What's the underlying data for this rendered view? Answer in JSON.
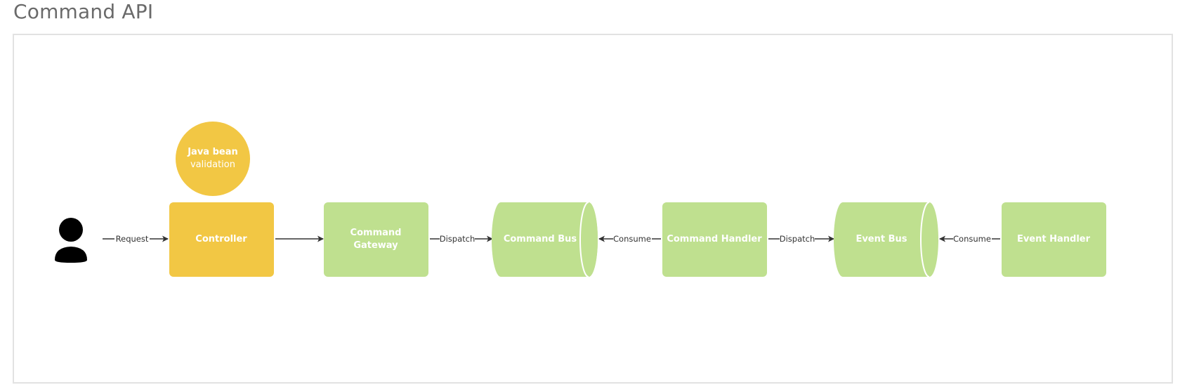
{
  "page": {
    "title": "Command API"
  },
  "colors": {
    "yellow": "#f2c744",
    "green": "#bfe08f",
    "edge": "#333333",
    "frame_border": "#e2e2e2",
    "title": "#6a6a6a"
  },
  "nodes": {
    "user": {
      "icon": "user-icon"
    },
    "validation": {
      "line1": "Java bean",
      "line2": "validation"
    },
    "controller": {
      "label": "Controller"
    },
    "gateway": {
      "line1": "Command",
      "line2": "Gateway"
    },
    "command_bus": {
      "label": "Command Bus"
    },
    "command_handler": {
      "label": "Command Handler"
    },
    "event_bus": {
      "label": "Event Bus"
    },
    "event_handler": {
      "label": "Event Handler"
    }
  },
  "edges": {
    "request": "Request",
    "dispatch_1": "Dispatch",
    "consume_1": "Consume",
    "dispatch_2": "Dispatch",
    "consume_2": "Consume"
  }
}
